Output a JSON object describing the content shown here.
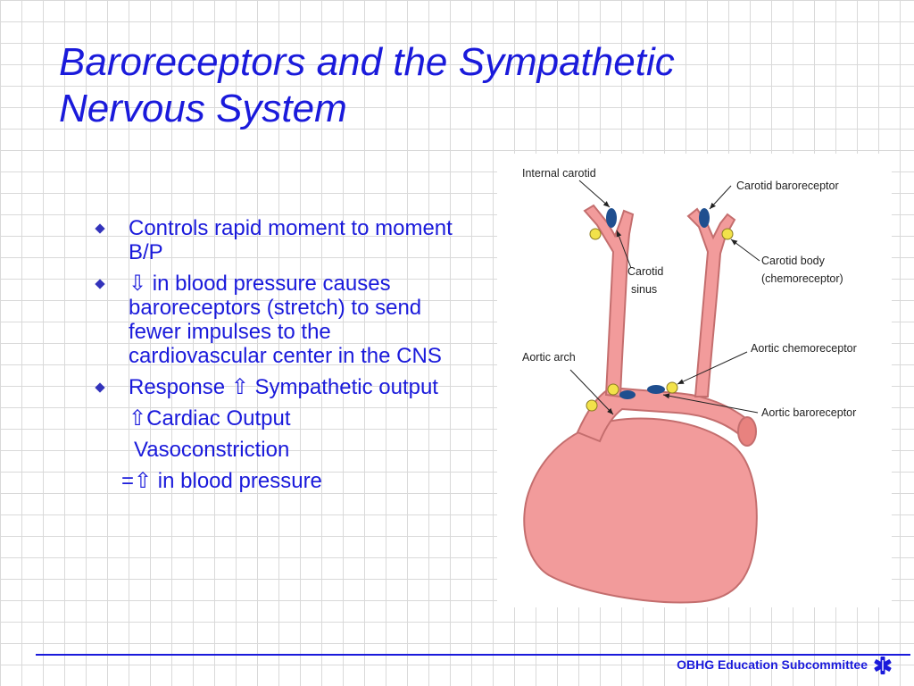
{
  "slide": {
    "title_lines": [
      "Baroreceptors and the Sympathetic",
      "Nervous System"
    ],
    "bullets": [
      "Controls rapid moment to moment B/P",
      "⇩ in blood pressure causes baroreceptors (stretch) to send fewer impulses to the cardiovascular center in the CNS",
      "Response ⇧ Sympathetic output"
    ],
    "sub_lines": [
      "⇧Cardiac Output",
      "Vasoconstriction",
      "=⇧ in blood pressure"
    ],
    "footer": "OBHG Education Subcommittee",
    "colors": {
      "text": "#1a1adb",
      "vessel": "#f29b9b",
      "receptor": "#1f4f8f",
      "chemoreceptor": "#f2e24a"
    }
  },
  "diagram": {
    "labels": {
      "internal_carotid": "Internal carotid",
      "carotid_baroreceptor": "Carotid baroreceptor",
      "carotid_sinus_1": "Carotid",
      "carotid_sinus_2": "sinus",
      "carotid_body_1": "Carotid body",
      "carotid_body_2": "(chemoreceptor)",
      "aortic_arch": "Aortic arch",
      "aortic_chemoreceptor": "Aortic chemoreceptor",
      "aortic_baroreceptor": "Aortic baroreceptor"
    }
  }
}
